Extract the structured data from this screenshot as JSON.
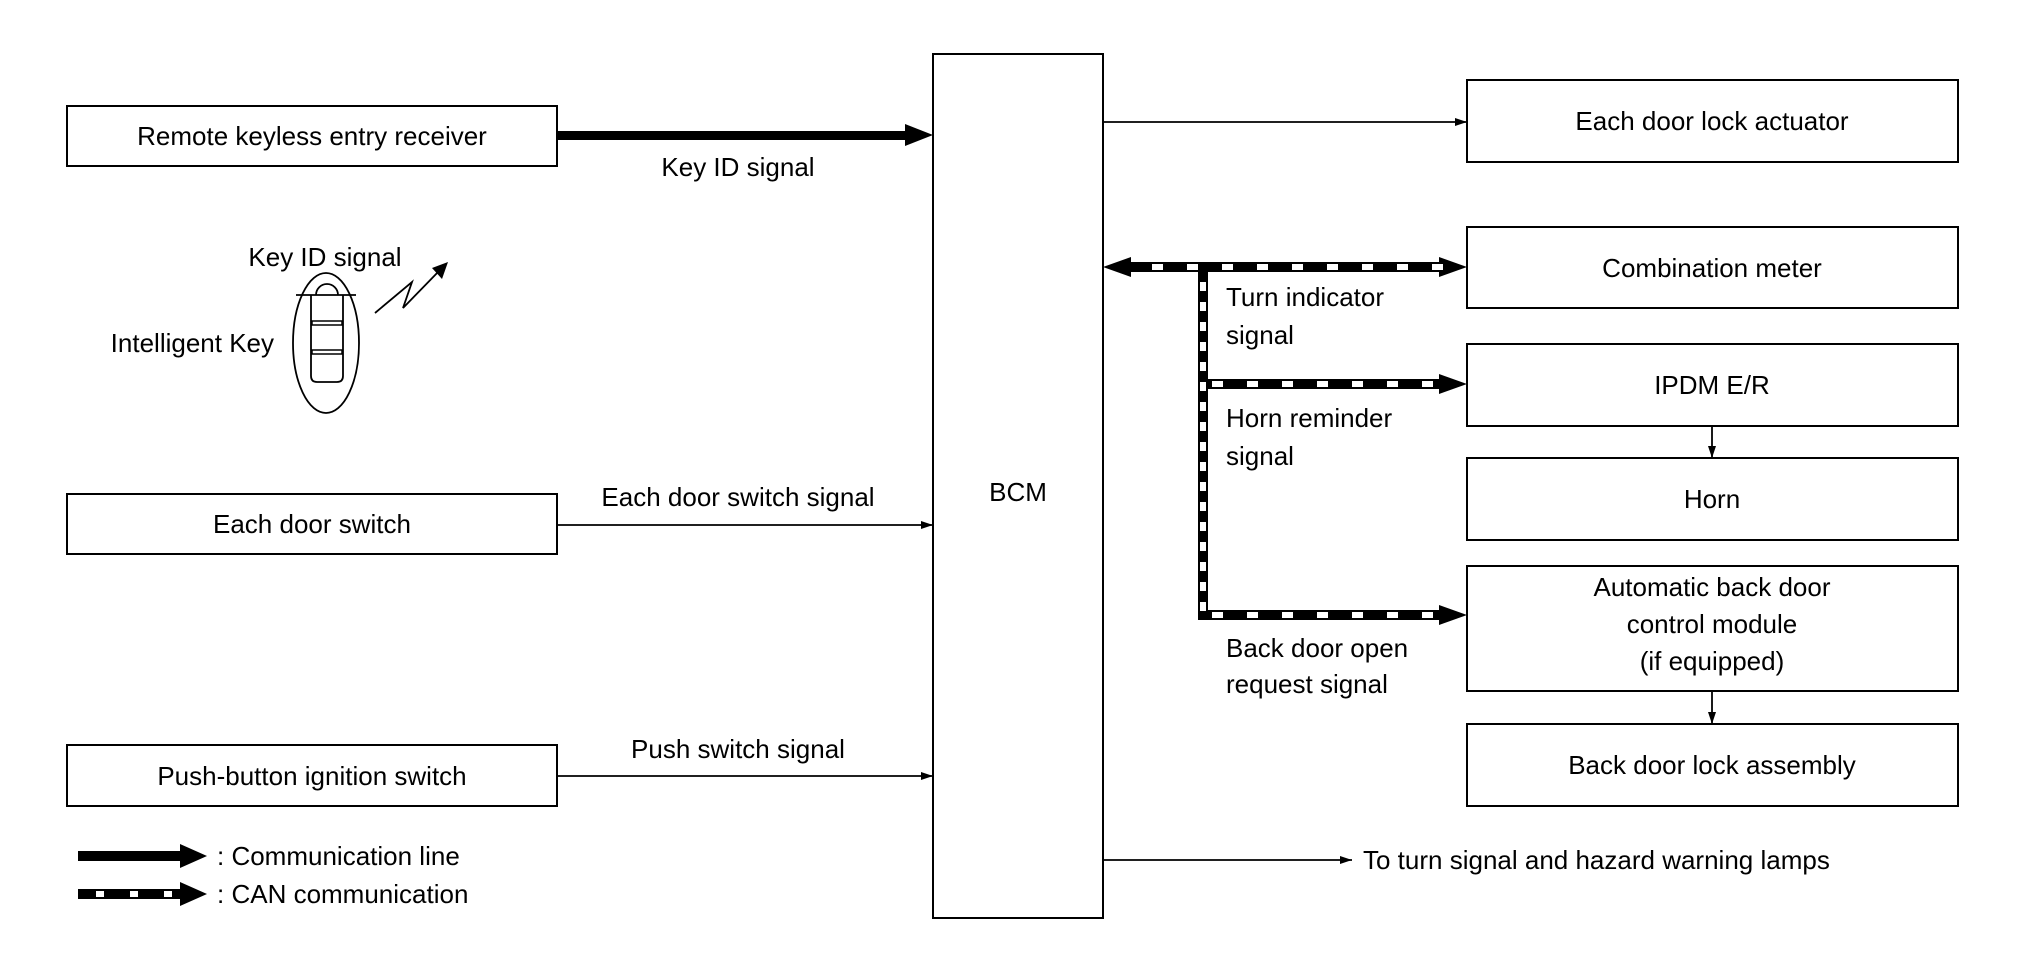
{
  "diagram": {
    "center_unit": {
      "label": "BCM"
    },
    "inputs": [
      {
        "label": "Remote keyless entry receiver",
        "signal": "Key ID signal",
        "line_type": "communication"
      },
      {
        "label": "Each door switch",
        "signal": "Each door switch signal",
        "line_type": "signal"
      },
      {
        "label": "Push-button ignition switch",
        "signal": "Push switch signal",
        "line_type": "signal"
      }
    ],
    "intelligent_key": {
      "label": "Intelligent Key",
      "signal": "Key ID signal"
    },
    "outputs": [
      {
        "label": "Each door lock actuator"
      },
      {
        "label": "Combination meter",
        "signal_lines": [
          "Turn indicator",
          "signal"
        ]
      },
      {
        "label": "IPDM E/R",
        "signal_lines": [
          "Horn reminder",
          "signal"
        ]
      },
      {
        "label": "Horn"
      },
      {
        "label_lines": [
          "Automatic back door",
          "control module",
          "(if equipped)"
        ],
        "signal_lines": [
          "Back door open",
          "request signal"
        ]
      },
      {
        "label": "Back door lock assembly"
      }
    ],
    "lamps_output": "To turn signal and hazard warning lamps",
    "legend": [
      {
        "icon": "solid-thick-arrow",
        "label": ": Communication line"
      },
      {
        "icon": "dashed-can-arrow",
        "label": ": CAN communication"
      }
    ]
  }
}
